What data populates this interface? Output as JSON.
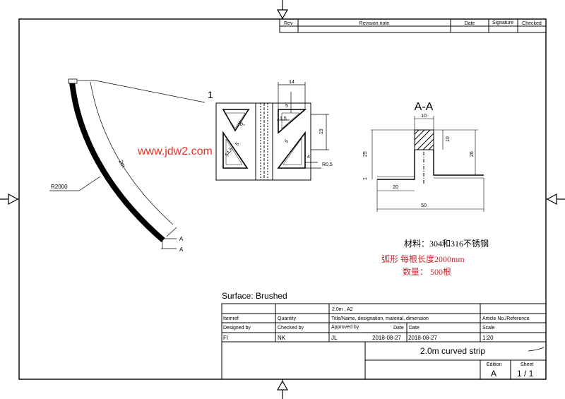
{
  "revision_table": {
    "rev": "Rev",
    "note": "Revision note",
    "date": "Date",
    "signature": "Signature",
    "checked": "Checked"
  },
  "detail_callout": "1",
  "section_label": "A-A",
  "watermark": "www.jdw2.com",
  "arc": {
    "radius_label": "R2000",
    "length_label": "2m",
    "cut_label_1": "A",
    "cut_label_2": "A"
  },
  "detail_dims": {
    "width_14": "14",
    "d5": "5",
    "d1_5": "1,5",
    "d19": "19",
    "angle": "90°",
    "d4": "4",
    "d5b": "5",
    "d54": "54,6",
    "d3": "5",
    "radius": "R0,5"
  },
  "section_dims": {
    "top": "10",
    "right_small": "10",
    "height_26": "26",
    "left_25": "25",
    "left_1": "1",
    "bottom_20": "20",
    "total_50": "50"
  },
  "notes": {
    "material": "材料：304和316不锈钢",
    "length": "弧形 每根长度2000mm",
    "quantity": "数量： 500根"
  },
  "surface": "Surface: Brushed",
  "title_block": {
    "size": "2.0m , A2",
    "itemref": "Itemref",
    "quantity": "Quantity",
    "title_header": "Title/Name, designation, material, dimension",
    "article_header": "Article No./Reference",
    "designed_by_label": "Designed by",
    "checked_by_label": "Checked by",
    "approved_by_label": "Approved by",
    "date_label": "Date",
    "date_label_2": "Date",
    "scale_label": "Scale",
    "designed_by": "FI",
    "checked_by": "NK",
    "approved_by": "JL",
    "date1": "2018-08-27",
    "date2": "2018-08-27",
    "scale": "1:20",
    "title": "2.0m curved strip",
    "edition_label": "Edition",
    "sheet_label": "Sheet",
    "edition": "A",
    "sheet": "1 / 1"
  },
  "colors": {
    "line": "#000000",
    "watermark": "#e8332a",
    "red_note": "#c8272e"
  }
}
